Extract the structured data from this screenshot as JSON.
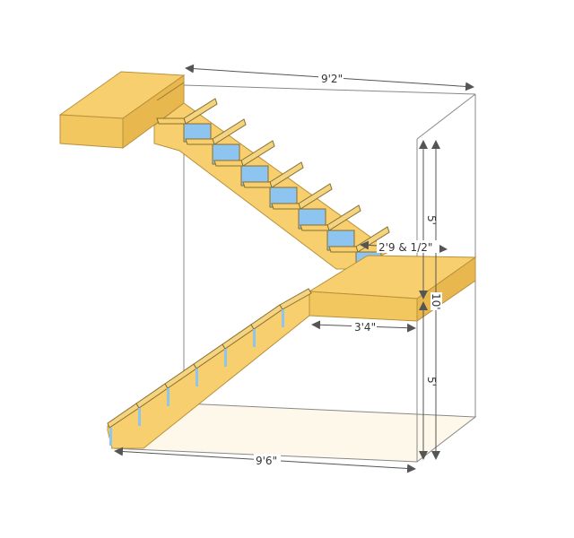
{
  "diagram": {
    "title": "L-shaped staircase with landing",
    "colors": {
      "wood": "#f7cf6e",
      "wood_dark": "#e8b84e",
      "wood_edge": "#b8923c",
      "riser": "#8ec4f0",
      "floor": "#fdf8ea",
      "wire": "#888888",
      "dim": "#555555"
    },
    "dimensions": {
      "top_width": "9'2\"",
      "stair_width": "2'9 & 1/2\"",
      "landing_depth": "3'4\"",
      "bottom_width": "9'6\"",
      "upper_rise": "5'",
      "lower_rise": "5'",
      "total_height": "10'"
    },
    "elements": {
      "upper_flight_steps": 7,
      "lower_flight_steps": 7,
      "landing": "mid-landing platform",
      "top_platform": "upper floor slab"
    }
  }
}
